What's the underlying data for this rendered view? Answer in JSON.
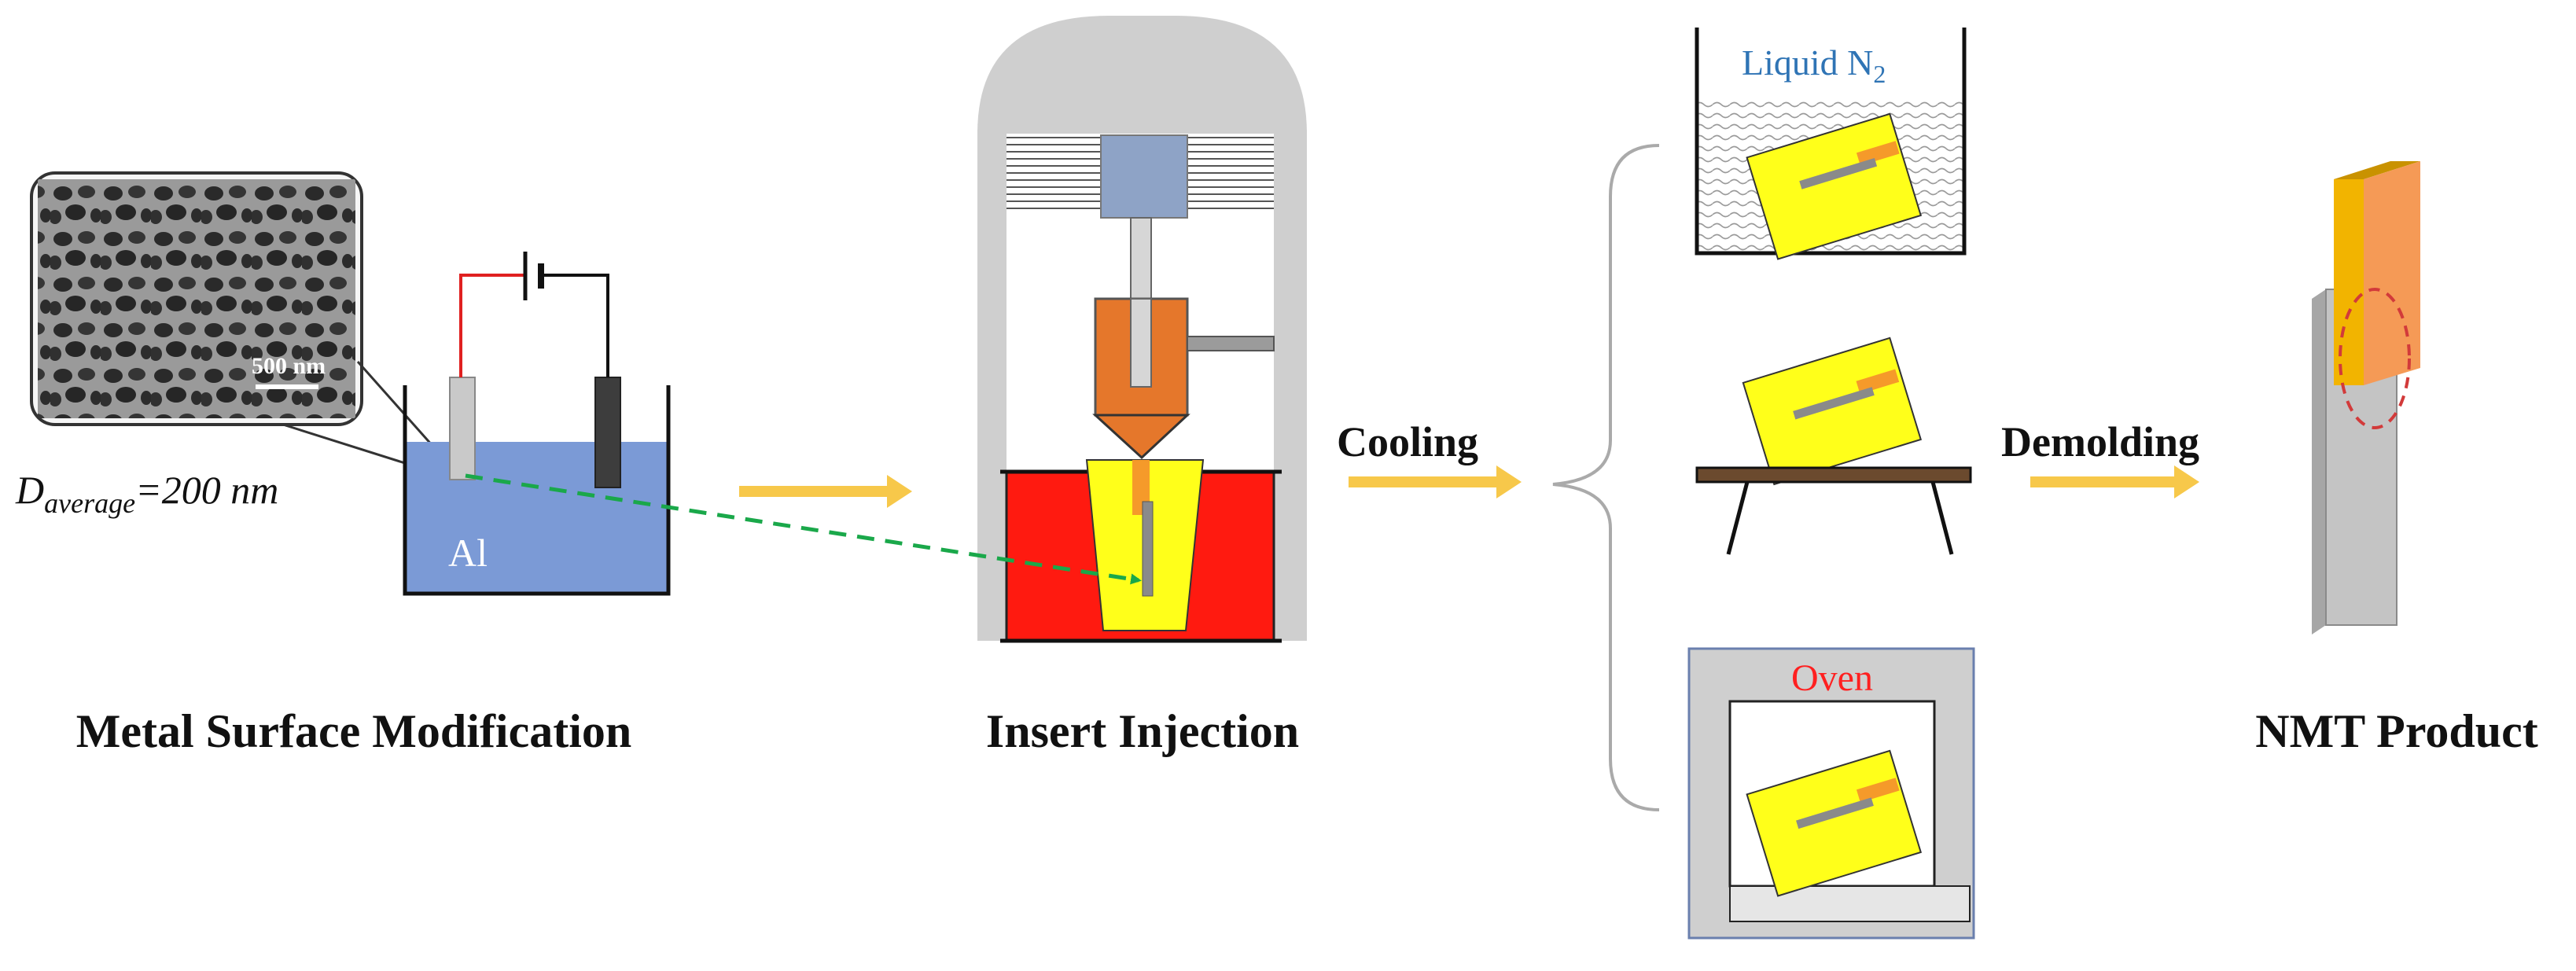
{
  "labels": {
    "metal_surface_modification": "Metal Surface Modification",
    "insert_injection": "Insert Injection",
    "nmt_product": "NMT Product",
    "cooling": "Cooling",
    "demolding": "Demolding",
    "al": "Al",
    "scale_bar": "500 nm",
    "d_prefix": "D",
    "d_sub": "average",
    "d_value": "=200 nm",
    "liquid_prefix": "Liquid N",
    "liquid_sub": "2",
    "oven": "Oven"
  },
  "colors": {
    "arrow": "#f7c84a",
    "electrolyte": "#7b9ad6",
    "mold_red": "#ff1a10",
    "part_yellow": "#ffff1a",
    "gate_orange": "#f59a2a",
    "nozzle_orange": "#e5772b",
    "machine_gray": "#cfcfcf",
    "piston_blue": "#8ea3c6",
    "product_orange": "#f59a56",
    "dashed_green": "#1aa84a",
    "dashed_red": "#d23a3a",
    "liquid_text": "#2f74b5",
    "oven_text": "#ff2020",
    "table_brown": "#6b4a2e"
  }
}
